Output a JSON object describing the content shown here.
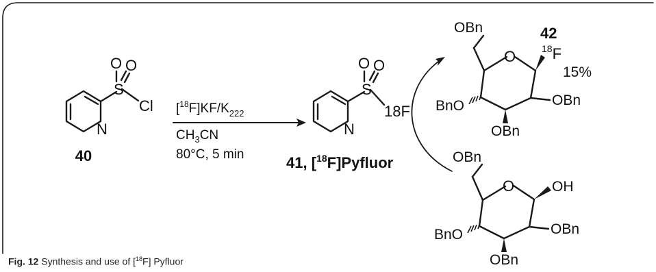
{
  "compounds": {
    "c40": {
      "number": "40",
      "atoms": {
        "S": "S",
        "O1": "O",
        "O2": "O",
        "Cl": "Cl",
        "N": "N"
      }
    },
    "c41": {
      "number": "41",
      "separator": ",",
      "name_bracket_open": "[",
      "isotope": "18",
      "name_bracket_close": "F]Pyfluor",
      "atoms": {
        "S": "S",
        "O1": "O",
        "O2": "O",
        "F": "18F",
        "N": "N"
      }
    },
    "c42": {
      "number": "42",
      "yield": "15%",
      "ring_O": "O",
      "F_isotope": "18",
      "F_symbol": "F",
      "OBn_top": "OBn",
      "OBn_left": "BnO",
      "OBn_right": "OBn",
      "OBn_bottom": "OBn"
    },
    "glucose": {
      "ring_O": "O",
      "OH": "OH",
      "OBn_top": "OBn",
      "OBn_left": "BnO",
      "OBn_right": "OBn",
      "OBn_bottom": "OBn"
    }
  },
  "conditions": {
    "reagent_open": "[",
    "reagent_isotope": "18",
    "reagent_rest": "F]KF/K",
    "reagent_sub": "222",
    "solvent_main": "CH",
    "solvent_sub": "3",
    "solvent_end": "CN",
    "temp_time": "80°C, 5 min"
  },
  "caption": {
    "label": "Fig. 12",
    "text_before": " Synthesis and use of [",
    "isotope": "18",
    "text_after": "F] Pyfluor"
  }
}
